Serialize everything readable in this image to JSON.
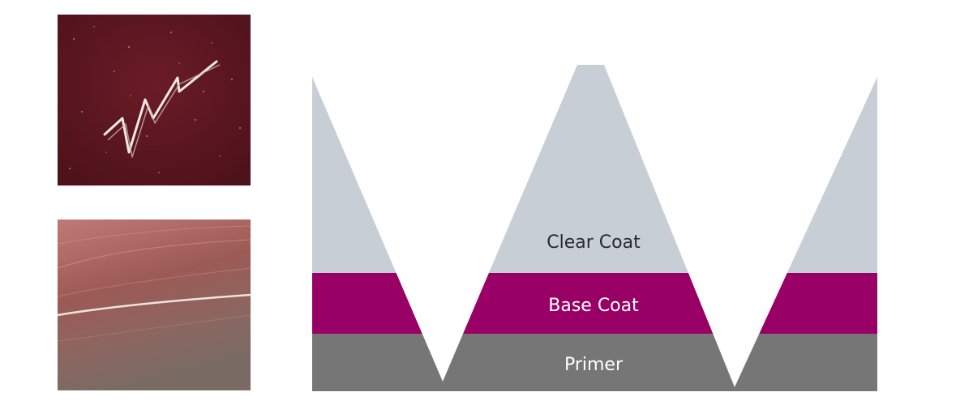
{
  "layers": {
    "clear_coat": {
      "label": "Clear Coat",
      "color": "#c8ced6",
      "text_color": "#2a2a2a"
    },
    "base_coat": {
      "label": "Base Coat",
      "color": "#990066",
      "text_color": "#ffffff"
    },
    "primer": {
      "label": "Primer",
      "color": "#767676",
      "text_color": "#ffffff"
    }
  },
  "photos": {
    "top": {
      "subject": "deep scratch on maroon paint",
      "base_color": "#5a1620"
    },
    "bottom": {
      "subject": "light scratch on pinkish paint",
      "base_color": "#a7665e"
    }
  }
}
